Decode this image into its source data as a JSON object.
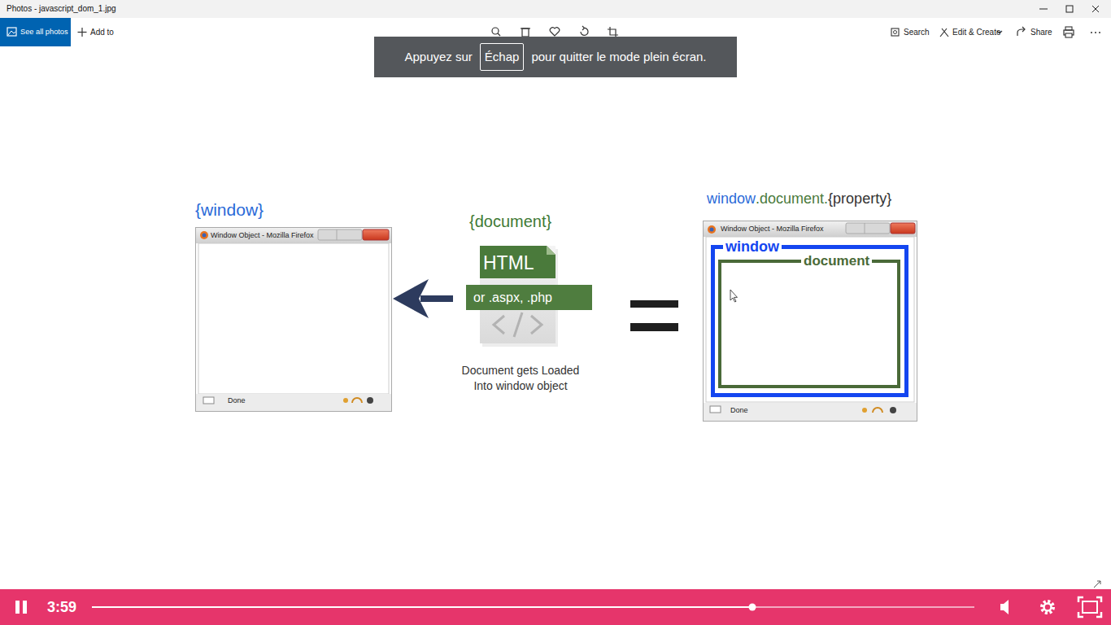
{
  "diagram": {
    "nodes": [
      {
        "text": [
          "See all photos"
        ]
      },
      {
        "text": [
          "Appuyez sur",
          "pour quitter le mode plein écran."
        ]
      },
      {
        "text": [
          "Échap"
        ],
        "in": 1
      },
      {
        "text": [
          "{window}",
          "Window Object - Mozilla Firefox",
          "Done"
        ]
      },
      {
        "text": [
          "{document}",
          "HTML",
          "or .aspx, .php"
        ]
      },
      {
        "text": [
          "Window Object - Mozilla Firefox",
          "Done"
        ]
      },
      {
        "text": [
          "window"
        ],
        "in": 5
      },
      {
        "text": [
          "document"
        ],
        "in": 6
      }
    ],
    "edges": [
      {
        "from": 4,
        "to": 3,
        "arrow": "to"
      }
    ],
    "labels": [
      "Photos - javascript_dom_1.jpg",
      "Add to",
      "Search",
      "Edit & Create",
      "Share",
      "window",
      ".document.",
      "{property}",
      "Document gets Loaded Into window object",
      "3:59"
    ]
  }
}
